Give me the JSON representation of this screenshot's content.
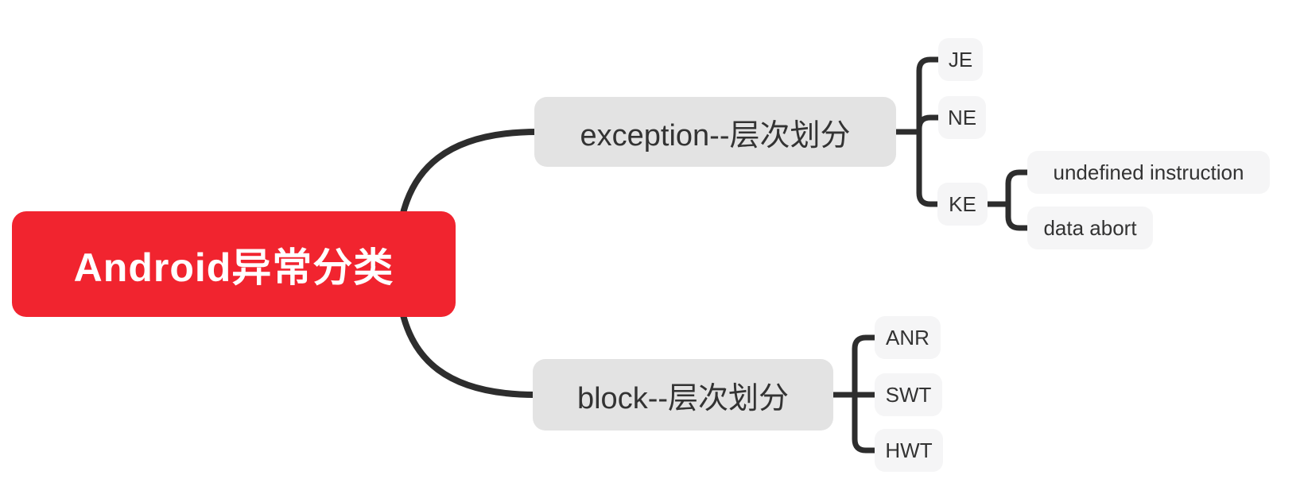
{
  "mindmap": {
    "type": "mindmap",
    "root": {
      "label": "Android异常分类"
    },
    "branches": [
      {
        "label": "exception--层次划分",
        "children": [
          {
            "label": "JE"
          },
          {
            "label": "NE"
          },
          {
            "label": "KE",
            "children": [
              {
                "label": "undefined instruction"
              },
              {
                "label": "data abort"
              }
            ]
          }
        ]
      },
      {
        "label": "block--层次划分",
        "children": [
          {
            "label": "ANR"
          },
          {
            "label": "SWT"
          },
          {
            "label": "HWT"
          }
        ]
      }
    ]
  },
  "colors": {
    "root_bg": "#f1242f",
    "root_text": "#ffffff",
    "branch_bg": "#e3e3e3",
    "leaf_bg": "#f5f5f6",
    "node_text": "#333333",
    "connector": "#2d2d2d",
    "canvas_bg": "#ffffff"
  }
}
